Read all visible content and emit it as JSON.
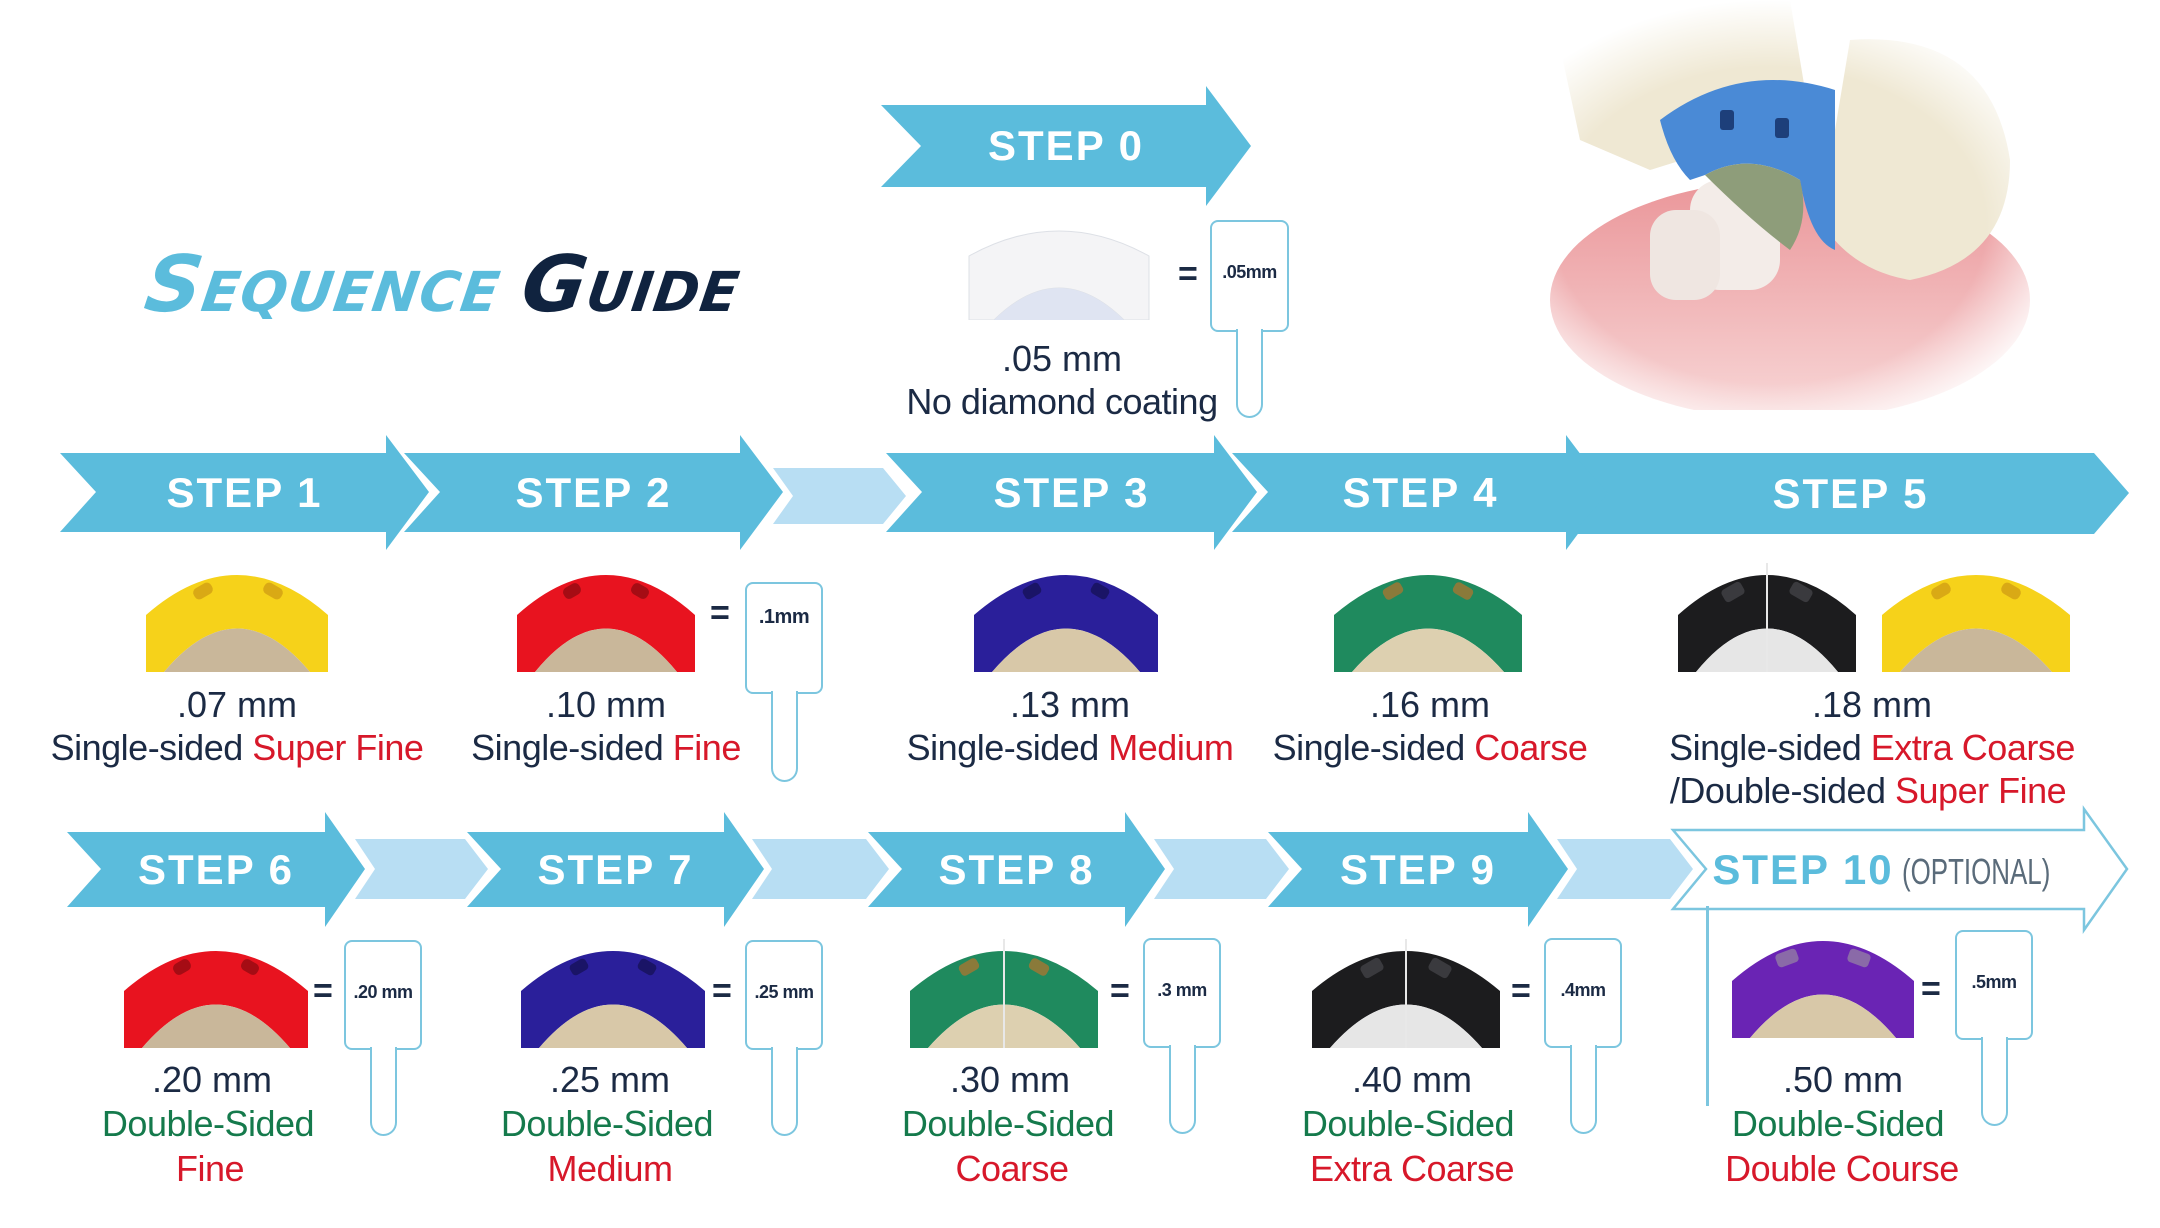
{
  "title": {
    "part1": "Sequence",
    "part2": "Guide"
  },
  "colors": {
    "arrow_blue": "#5bbcdc",
    "connector_light": "#b8def3",
    "title_dark": "#10233f",
    "text_dark": "#1b2a44",
    "accent_red": "#d7182a",
    "accent_green": "#157a4c"
  },
  "steps": [
    {
      "label": "STEP 0",
      "thickness": ".05 mm",
      "line1": "No diamond coating",
      "gauge": ".05mm",
      "strip_color": "#f4f4f6"
    },
    {
      "label": "STEP 1",
      "thickness": ".07 mm",
      "line1_prefix": "Single-sided",
      "line1_grade": "Super Fine",
      "strip_color": "#f6d21a"
    },
    {
      "label": "STEP 2",
      "thickness": ".10 mm",
      "line1_prefix": "Single-sided",
      "line1_grade": "Fine",
      "gauge": ".1mm",
      "strip_color": "#e8131f"
    },
    {
      "label": "STEP 3",
      "thickness": ".13 mm",
      "line1_prefix": "Single-sided",
      "line1_grade": "Medium",
      "strip_color": "#2a1f9a"
    },
    {
      "label": "STEP 4",
      "thickness": ".16 mm",
      "line1_prefix": "Single-sided",
      "line1_grade": "Coarse",
      "strip_color": "#1f8a5e"
    },
    {
      "label": "STEP 5",
      "thickness": ".18 mm",
      "line1_prefix": "Single-sided",
      "line1_grade": "Extra Coarse",
      "line2_prefix": "/Double-sided",
      "line2_grade": "Super Fine",
      "strip_color": "#1c1c1e",
      "strip_color_2": "#f6d21a"
    },
    {
      "label": "STEP 6",
      "thickness": ".20 mm",
      "line1": "Double-Sided",
      "line2": "Fine",
      "gauge": ".20 mm",
      "strip_color": "#e8131f"
    },
    {
      "label": "STEP 7",
      "thickness": ".25 mm",
      "line1": "Double-Sided",
      "line2": "Medium",
      "gauge": ".25 mm",
      "strip_color": "#2a1f9a"
    },
    {
      "label": "STEP 8",
      "thickness": ".30 mm",
      "line1": "Double-Sided",
      "line2": "Coarse",
      "gauge": ".3 mm",
      "strip_color": "#1f8a5e"
    },
    {
      "label": "STEP 9",
      "thickness": ".40 mm",
      "line1": "Double-Sided",
      "line2": "Extra Coarse",
      "gauge": ".4mm",
      "strip_color": "#1c1c1e"
    },
    {
      "label": "STEP 10",
      "label_suffix": "(OPTIONAL)",
      "thickness": ".50 mm",
      "line1": "Double-Sided",
      "line2": "Double Course",
      "gauge": ".5mm",
      "strip_color": "#6a24b4"
    }
  ],
  "equals_sign": "="
}
